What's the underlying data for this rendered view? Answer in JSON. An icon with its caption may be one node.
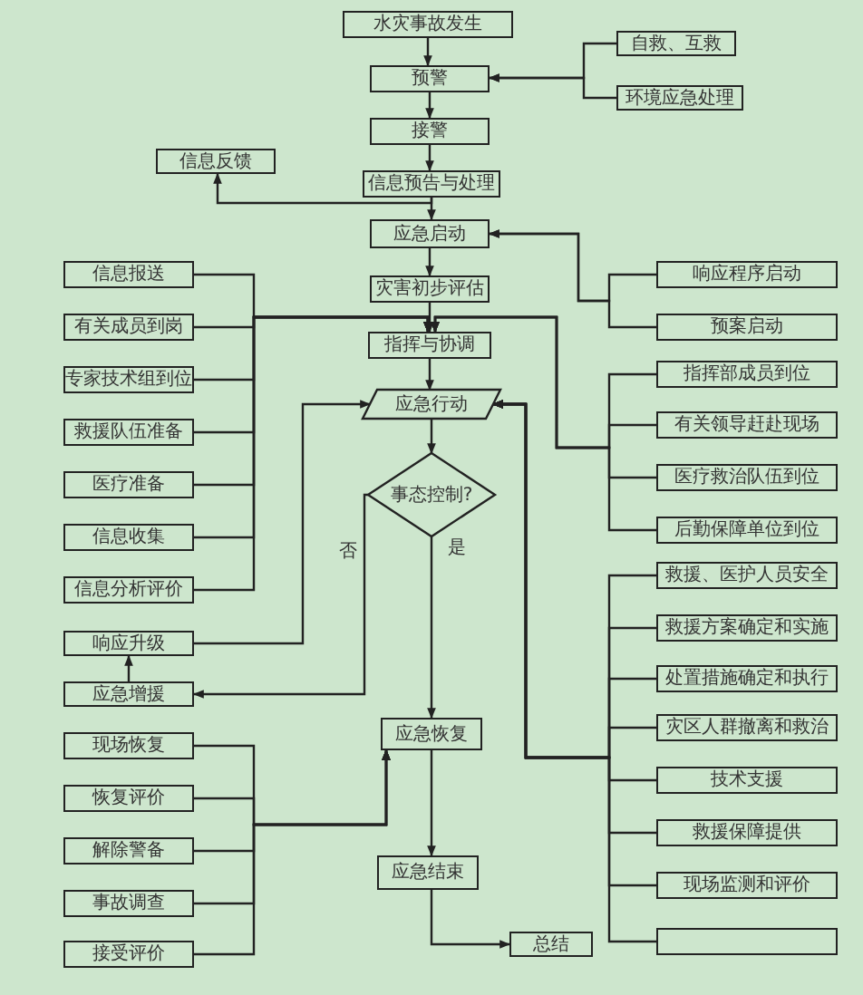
{
  "diagram": {
    "nodes": [
      {
        "text": [
          "水灾事故发生"
        ]
      },
      {
        "text": [
          "预警"
        ]
      },
      {
        "text": [
          "自救、互救"
        ]
      },
      {
        "text": [
          "环境应急处理"
        ]
      },
      {
        "text": [
          "接警"
        ]
      },
      {
        "text": [
          "信息反馈"
        ]
      },
      {
        "text": [
          "信息预告与处理"
        ]
      },
      {
        "text": [
          "应急启动"
        ]
      },
      {
        "text": [
          "灾害初步评估"
        ]
      },
      {
        "text": [
          "响应程序启动"
        ]
      },
      {
        "text": [
          "预案启动"
        ]
      },
      {
        "text": [
          "指挥与协调"
        ]
      },
      {
        "text": [
          "信息报送"
        ]
      },
      {
        "text": [
          "有关成员到岗"
        ]
      },
      {
        "text": [
          "专家技术组到位"
        ]
      },
      {
        "text": [
          "救援队伍准备"
        ]
      },
      {
        "text": [
          "医疗准备"
        ]
      },
      {
        "text": [
          "信息收集"
        ]
      },
      {
        "text": [
          "信息分析评价"
        ]
      },
      {
        "text": [
          "指挥部成员到位"
        ]
      },
      {
        "text": [
          "有关领导赶赴现场"
        ]
      },
      {
        "text": [
          "医疗救治队伍到位"
        ]
      },
      {
        "text": [
          "后勤保障单位到位"
        ]
      },
      {
        "text": [
          "应急行动"
        ]
      },
      {
        "text": [
          "事态控制?"
        ]
      },
      {
        "text": [
          "响应升级"
        ]
      },
      {
        "text": [
          "应急增援"
        ]
      },
      {
        "text": [
          "救援、医护人员安全"
        ]
      },
      {
        "text": [
          "救援方案确定和实施"
        ]
      },
      {
        "text": [
          "处置措施确定和执行"
        ]
      },
      {
        "text": [
          "灾区人群撤离和救治"
        ]
      },
      {
        "text": [
          "技术支援"
        ]
      },
      {
        "text": [
          "救援保障提供"
        ]
      },
      {
        "text": [
          "现场监测和评价"
        ]
      },
      {
        "text": [],
        "shape": "box"
      },
      {
        "text": [
          "应急恢复"
        ]
      },
      {
        "text": [
          "现场恢复"
        ]
      },
      {
        "text": [
          "恢复评价"
        ]
      },
      {
        "text": [
          "解除警备"
        ]
      },
      {
        "text": [
          "事故调查"
        ]
      },
      {
        "text": [
          "接受评价"
        ]
      },
      {
        "text": [
          "应急结束"
        ]
      },
      {
        "text": [
          "总结"
        ]
      }
    ],
    "edges": [
      {
        "from": 0,
        "to": 1,
        "arrow": "to"
      },
      {
        "from": 2,
        "to": 1,
        "arrow": "to"
      },
      {
        "from": 3,
        "to": 1,
        "arrow": "to"
      },
      {
        "from": 1,
        "to": 4,
        "arrow": "to"
      },
      {
        "from": 4,
        "to": 6,
        "arrow": "to"
      },
      {
        "from": 6,
        "to": 5,
        "arrow": "to"
      },
      {
        "from": 6,
        "to": 7,
        "arrow": "to"
      },
      {
        "from": 9,
        "to": 7,
        "arrow": "to"
      },
      {
        "from": 10,
        "to": 7,
        "arrow": "to"
      },
      {
        "from": 7,
        "to": 8,
        "arrow": "to"
      },
      {
        "from": 8,
        "to": 11,
        "arrow": "to"
      },
      {
        "from": 12,
        "to": 11,
        "arrow": "to"
      },
      {
        "from": 13,
        "to": 11,
        "arrow": "to"
      },
      {
        "from": 14,
        "to": 11,
        "arrow": "to"
      },
      {
        "from": 15,
        "to": 11,
        "arrow": "to"
      },
      {
        "from": 16,
        "to": 11,
        "arrow": "to"
      },
      {
        "from": 17,
        "to": 11,
        "arrow": "to"
      },
      {
        "from": 18,
        "to": 11,
        "arrow": "to"
      },
      {
        "from": 19,
        "to": 11,
        "arrow": "to"
      },
      {
        "from": 20,
        "to": 11,
        "arrow": "to"
      },
      {
        "from": 21,
        "to": 11,
        "arrow": "to"
      },
      {
        "from": 22,
        "to": 11,
        "arrow": "to"
      },
      {
        "from": 11,
        "to": 23,
        "arrow": "to"
      },
      {
        "from": 23,
        "to": 24,
        "arrow": "to"
      },
      {
        "from": 24,
        "to": 26,
        "arrow": "to",
        "label": "否"
      },
      {
        "from": 26,
        "to": 25,
        "arrow": "to"
      },
      {
        "from": 25,
        "to": 23,
        "arrow": "to"
      },
      {
        "from": 27,
        "to": 23,
        "arrow": "to"
      },
      {
        "from": 28,
        "to": 23,
        "arrow": "to"
      },
      {
        "from": 29,
        "to": 23,
        "arrow": "to"
      },
      {
        "from": 30,
        "to": 23,
        "arrow": "to"
      },
      {
        "from": 31,
        "to": 23,
        "arrow": "to"
      },
      {
        "from": 32,
        "to": 23,
        "arrow": "to"
      },
      {
        "from": 33,
        "to": 23,
        "arrow": "to"
      },
      {
        "from": 34,
        "to": 23,
        "arrow": "to"
      },
      {
        "from": 24,
        "to": 35,
        "arrow": "to",
        "label": "是"
      },
      {
        "from": 36,
        "to": 35,
        "arrow": "to"
      },
      {
        "from": 37,
        "to": 35,
        "arrow": "to"
      },
      {
        "from": 38,
        "to": 35,
        "arrow": "to"
      },
      {
        "from": 39,
        "to": 35,
        "arrow": "to"
      },
      {
        "from": 40,
        "to": 35,
        "arrow": "to"
      },
      {
        "from": 35,
        "to": 41,
        "arrow": "to"
      },
      {
        "from": 41,
        "to": 42,
        "arrow": "to"
      }
    ]
  }
}
